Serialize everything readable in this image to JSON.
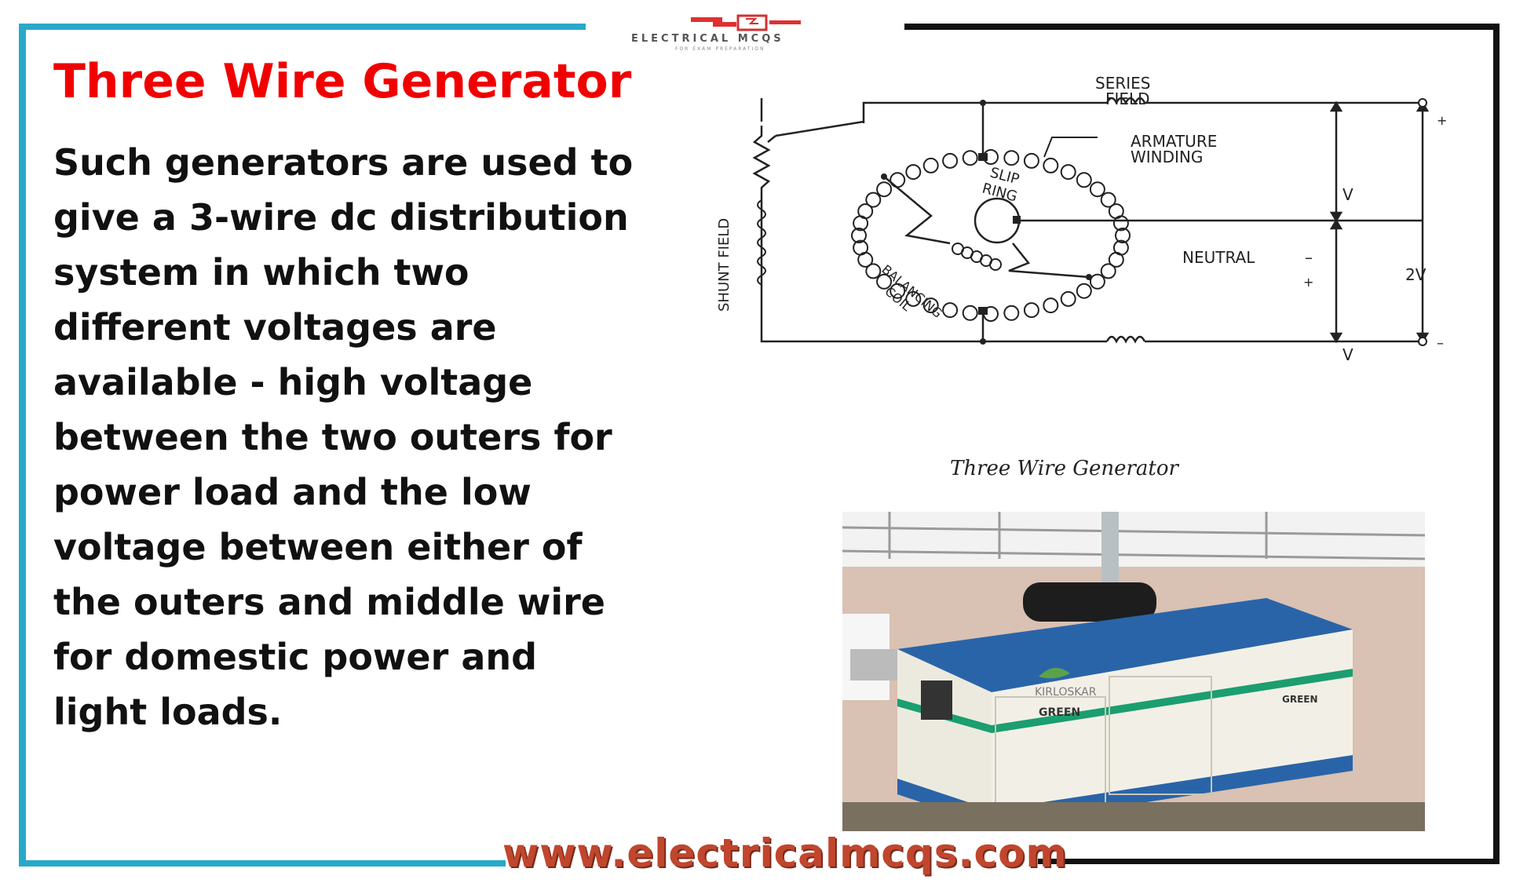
{
  "logo": {
    "name": "ELECTRICAL MCQS",
    "tagline": "FOR EXAM PREPARATION"
  },
  "heading": "Three Wire Generator",
  "description": "Such generators are used to give a 3-wire dc distribution system in which two different voltages are available - high voltage between the two outers for power load and the low voltage between either of the outers and middle wire for domestic power and light loads.",
  "diagram": {
    "labels": {
      "series_field_1": "SERIES",
      "series_field_2": "FIELD",
      "armature_1": "ARMATURE",
      "armature_2": "WINDING",
      "slip_1": "SLIP",
      "slip_2": "RING",
      "neutral": "NEUTRAL",
      "minus_neutral": "–",
      "plus_neutral": "+",
      "v_top": "V",
      "v_bottom": "V",
      "two_v": "2V",
      "shunt_field": "SHUNT FIELD",
      "balancing": "BALANCING",
      "coil": "COIL",
      "terminal_plus": "+",
      "terminal_minus": "–"
    },
    "caption": "Three Wire Generator"
  },
  "photo": {
    "brand_1": "KIRLOSKAR",
    "brand_2": "GREEN",
    "brand_3": "GREEN"
  },
  "website": "www.electricalmcqs.com",
  "colors": {
    "title_red": "#f10000",
    "frame_cyan": "#28a9c9",
    "frame_dark": "#111111",
    "website_brown": "#c0462e"
  }
}
